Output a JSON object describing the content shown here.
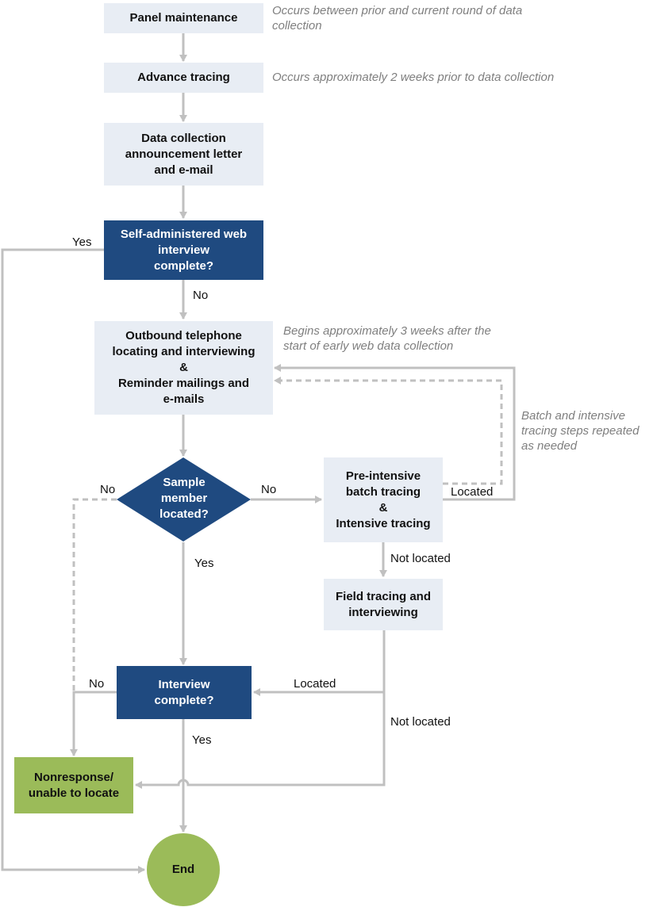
{
  "nodes": {
    "panel_maintenance": "Panel maintenance",
    "advance_tracing": "Advance tracing",
    "announcement": "Data collection\nannouncement letter\nand e-mail",
    "web_complete": "Self-administered web\ninterview\ncomplete?",
    "outbound": "Outbound telephone\nlocating and interviewing\n&\nReminder mailings and\ne-mails",
    "sample_located": "Sample\nmember\nlocated?",
    "pre_intensive": "Pre-intensive\nbatch tracing\n&\nIntensive tracing",
    "field_tracing": "Field tracing and\ninterviewing",
    "interview_complete": "Interview\ncomplete?",
    "nonresponse": "Nonresponse/\nunable to locate",
    "end": "End"
  },
  "notes": {
    "panel_maintenance": "Occurs between prior and current round of data\ncollection",
    "advance_tracing": "Occurs approximately 2 weeks prior to data collection",
    "outbound": "Begins approximately 3 weeks after the\nstart of early web data collection",
    "batch_repeat": "Batch and intensive\ntracing steps repeated\nas needed"
  },
  "edge_labels": {
    "web_yes": "Yes",
    "web_no": "No",
    "sample_no_left": "No",
    "sample_no_right": "No",
    "sample_yes": "Yes",
    "pre_located": "Located",
    "pre_not_located": "Not located",
    "field_located": "Located",
    "field_not_located": "Not located",
    "interview_no": "No",
    "interview_yes": "Yes"
  },
  "colors": {
    "light_box": "#e8edf4",
    "dark_box": "#1f4a80",
    "green_box": "#9bbb59",
    "connector": "#c0c0c0",
    "note_text": "#7f7f7f"
  }
}
